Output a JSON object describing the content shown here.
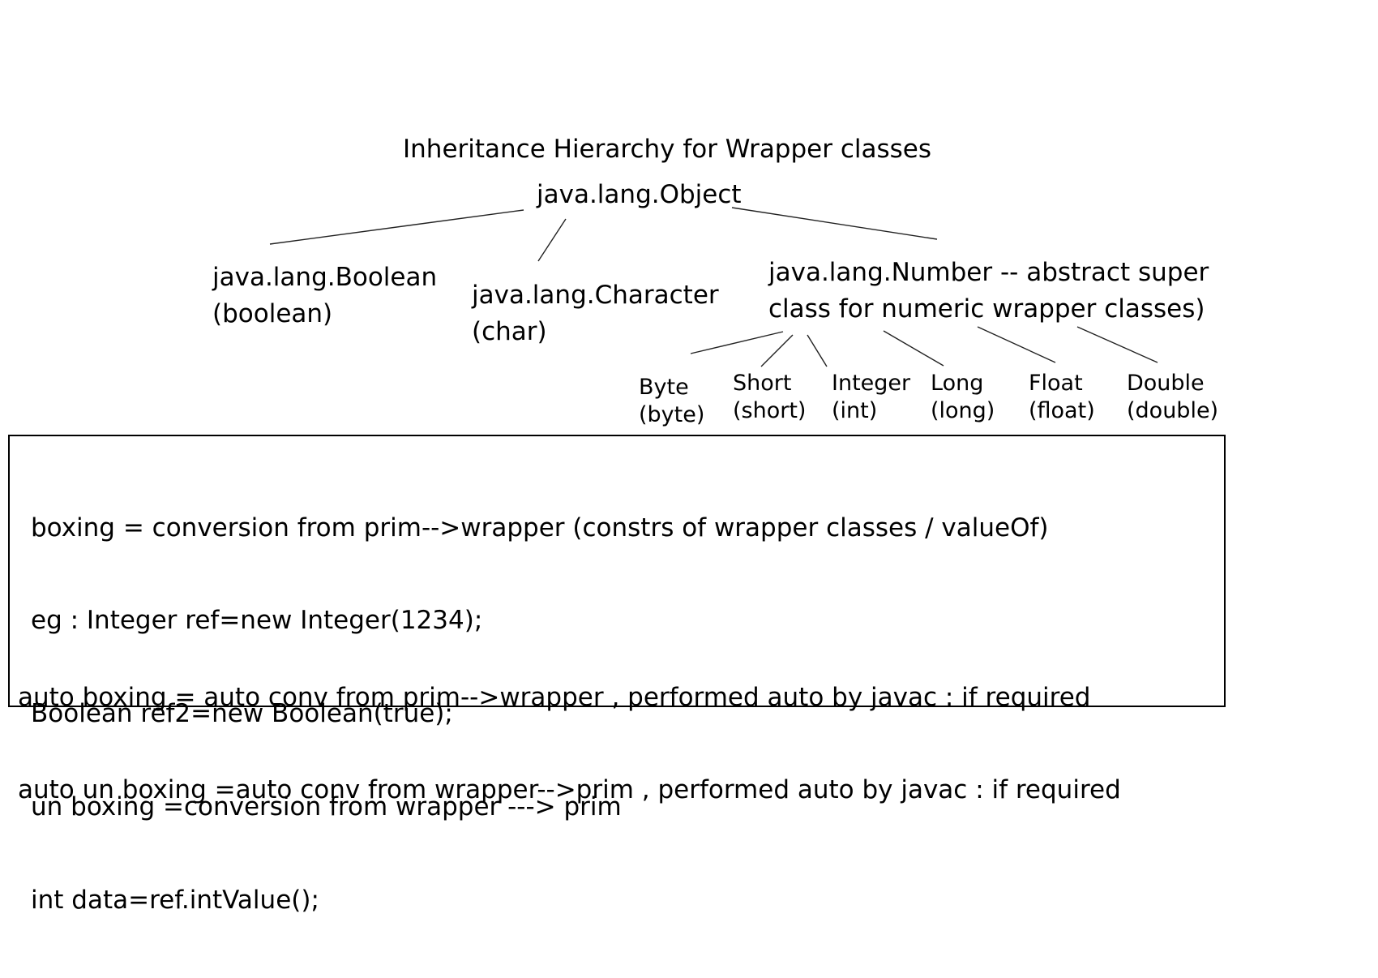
{
  "diagram": {
    "title": "Inheritance Hierarchy for Wrapper classes",
    "root": "java.lang.Object",
    "level1": [
      {
        "line1": "java.lang.Boolean",
        "line2": "(boolean)"
      },
      {
        "line1": "java.lang.Character",
        "line2": "(char)"
      },
      {
        "line1": "java.lang.Number -- abstract super",
        "line2": "class for numeric wrapper classes)"
      }
    ],
    "numeric": [
      {
        "name": "Byte",
        "prim": "(byte)"
      },
      {
        "name": "Short",
        "prim": "(short)"
      },
      {
        "name": "Integer",
        "prim": "(int)"
      },
      {
        "name": "Long",
        "prim": "(long)"
      },
      {
        "name": "Float",
        "prim": "(float)"
      },
      {
        "name": "Double",
        "prim": "(double)"
      }
    ]
  },
  "notes": {
    "lines": [
      "boxing = conversion from prim-->wrapper (constrs of wrapper classes / valueOf)",
      "eg : Integer ref=new Integer(1234);",
      "Boolean ref2=new Boolean(true);",
      "un boxing =conversion from wrapper ---> prim",
      "int data=ref.intValue();"
    ],
    "auto": [
      "auto boxing = auto conv from prim-->wrapper , performed auto by javac : if required",
      "auto un boxing =auto conv from wrapper-->prim , performed auto by javac : if required"
    ]
  }
}
